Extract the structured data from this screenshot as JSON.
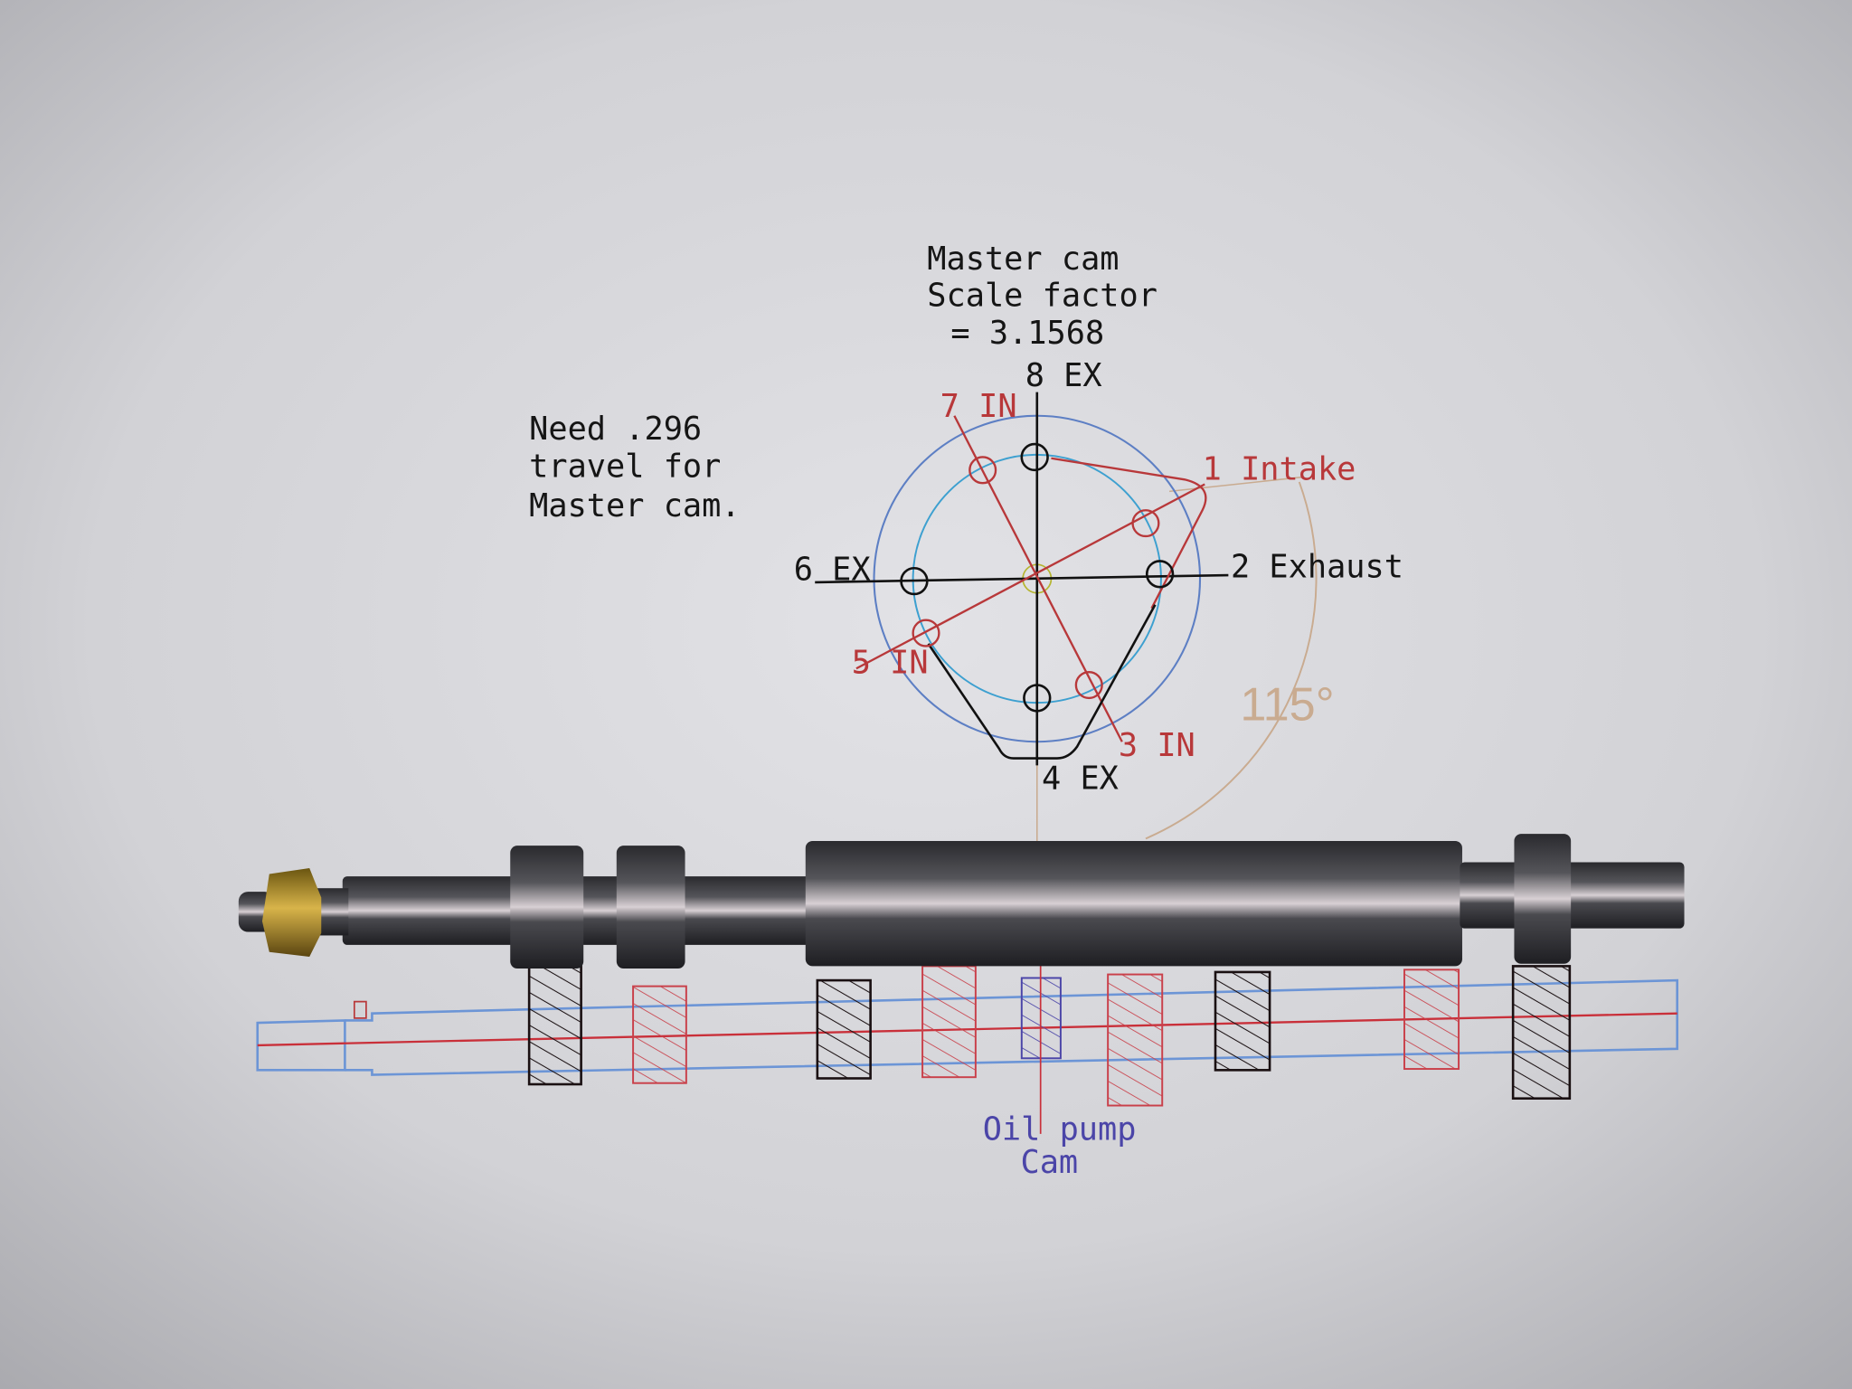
{
  "notes": {
    "master_cam": [
      "Master cam",
      "Scale factor",
      "= 3.1568"
    ],
    "travel": [
      "Need .296",
      "travel for",
      "Master cam."
    ]
  },
  "cam_diagram": {
    "labels": {
      "ex8": "8 EX",
      "in7": "7 IN",
      "in1": "1 Intake",
      "ex6": "6 EX",
      "ex2": "2 Exhaust",
      "in5": "5 IN",
      "in3": "3 IN",
      "ex4": "4 EX"
    },
    "angle": "115°"
  },
  "shaft_drawing": {
    "oil_pump": [
      "Oil pump",
      "Cam"
    ]
  },
  "colors": {
    "exhaust": "#151515",
    "intake": "#b8383a",
    "oil_pump": "#4b45a8",
    "outline": "#6c95d6",
    "angle": "#c9ab90"
  }
}
